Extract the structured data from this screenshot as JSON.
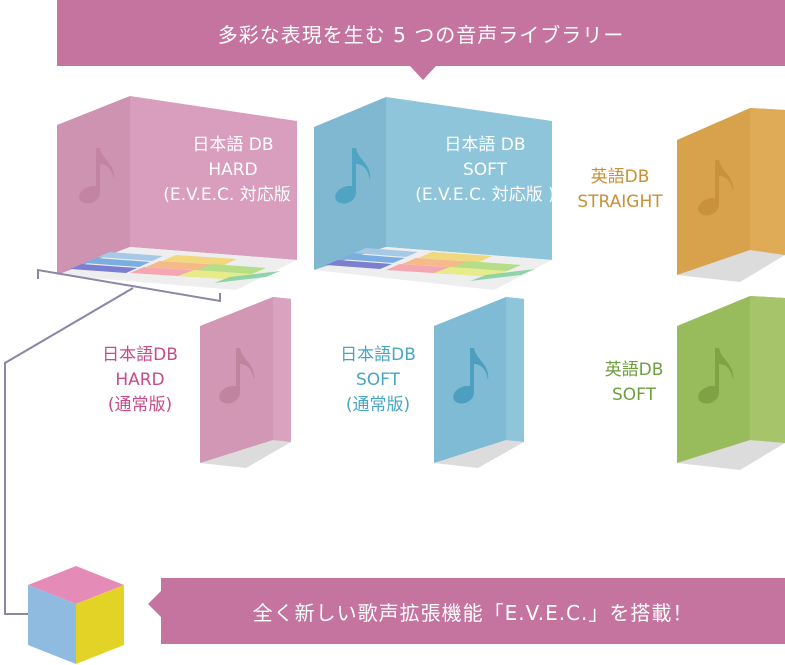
{
  "top_banner": {
    "text": "多彩な表現を生む 5 つの音声ライブラリー"
  },
  "bottom_banner": {
    "text": "全く新しい歌声拡張機能「E.V.E.C.」を搭載！"
  },
  "libraries": {
    "hard_evec": {
      "label": "日本語 DB\nHARD\n(E.V.E.C. 対応版 )"
    },
    "soft_evec": {
      "label": "日本語 DB\nSOFT\n(E.V.E.C. 対応版 )"
    },
    "english_straight": {
      "label": "英語DB\nSTRAIGHT"
    },
    "hard_normal": {
      "label": "日本語DB\nHARD\n(通常版)"
    },
    "soft_normal": {
      "label": "日本語DB\nSOFT\n(通常版)"
    },
    "english_soft": {
      "label": "英語DB\nSOFT"
    }
  },
  "colors": {
    "banner": "#c5739f",
    "pink": "#d99ebd",
    "blue": "#8ec5da",
    "orange": "#e0ab56",
    "green": "#a6c46a",
    "cube_top": "#e48bb7",
    "cube_left": "#8fbbe0",
    "cube_right": "#e3d327"
  },
  "icons": {
    "music_note": "music-note-icon",
    "evec_cube": "evec-cube-icon"
  }
}
